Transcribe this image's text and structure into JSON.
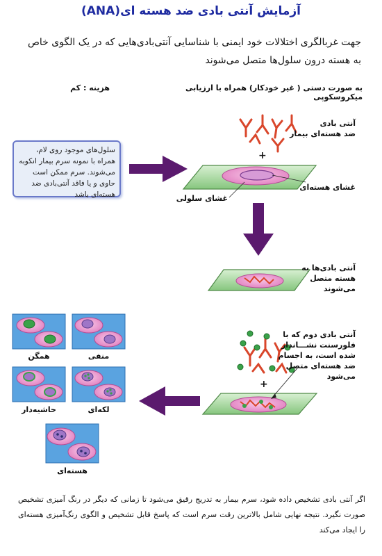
{
  "title": "آزمایش آنتی بادی ضد هسته ای(ANA)",
  "intro": "جهت غربالگری اختلالات خود ایمنی با شناسایی آنتی‌بادی‌هایی که در یک الگوی خاص به هسته درون سلول‌ها متصل می‌شوند",
  "method": "به صورت دستی ( غیر خودکار) همراه با ارزیابی میکروسکوپی",
  "cost": "هزینه : کم",
  "info_box": "سلول‌های موجود روی لام، همراه با نمونه سرم بیمار انکوبه می‌شوند. سرم ممکن است حاوی و یا فاقد آنتی‌بادی ضد هسته‌ای باشد",
  "labels": {
    "patient_antibody": [
      "آنتی بادی",
      "ضد هسته‌ای بیمار"
    ],
    "nuclear_membrane": "غشای هسته‌ای",
    "cell_membrane": "غشای سلولی",
    "bound_antibodies": [
      "آنتی بادی‌ها به",
      "هسته متصل",
      "می‌شوند"
    ],
    "secondary_antibody": [
      "آنتی بادی دوم که با",
      "فلورسنت نشـــاندار",
      "شده است، به اجسام",
      "ضد هسته‌ای متصل",
      "می‌شود"
    ],
    "plus": "+"
  },
  "patterns": [
    {
      "name": "منفی"
    },
    {
      "name": "همگن"
    },
    {
      "name": "لکه‌ای"
    },
    {
      "name": "حاشیه‌دار"
    },
    {
      "name": "هسته‌ای"
    }
  ],
  "footer": "اگر آنتی بادی تشخیص داده شود، سرم بیمار به تدریج رقیق می‌شود تا زمانی که دیگر در رنگ آمیزی تشخیص صورت نگیرد. نتیجه نهایی شامل بالاترین رقت سرم است که پاسخ قابل تشخیص و الگوی رنگ‌آمیزی هسته‌ای را ایجاد می‌کند",
  "colors": {
    "title": "#1d2aa0",
    "arrow": "#5b1a6e",
    "slide": "#9fd49a",
    "cell": "#f2a9d6",
    "antibody": "#d9462b",
    "fluor": "#3aa24a",
    "tile_bg": "#5aa3e0"
  }
}
